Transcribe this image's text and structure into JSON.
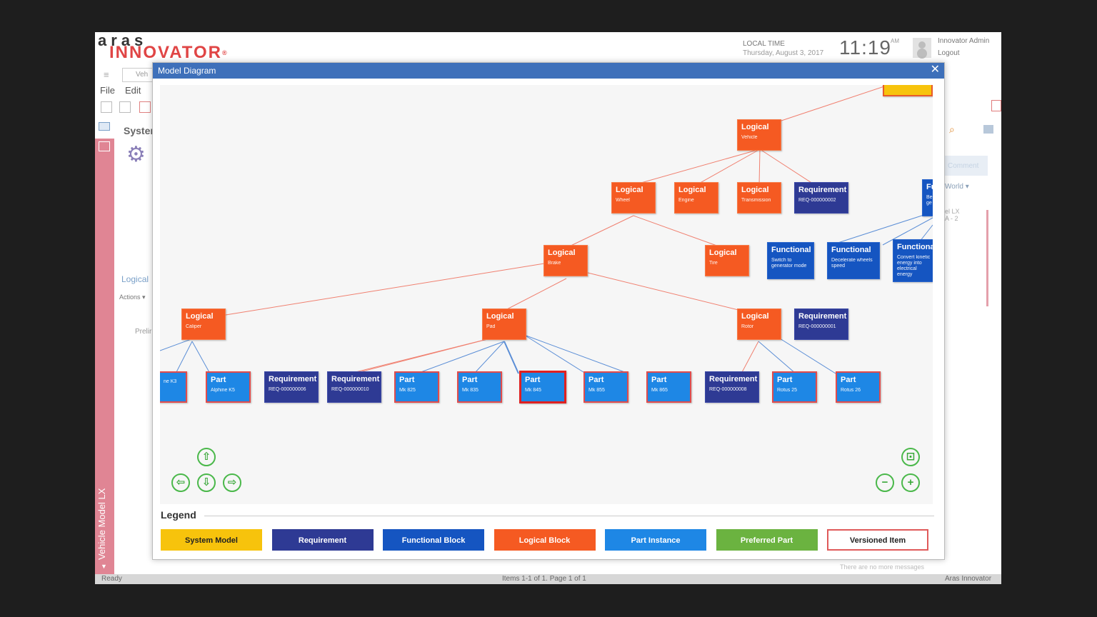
{
  "header": {
    "logo_top": "aras",
    "logo_main": "INNOVATOR",
    "logo_reg": "®",
    "local_time_label": "LOCAL TIME",
    "date": "Thursday, August 3, 2017",
    "time": "11:19",
    "ampm": "AM",
    "user": "Innovator Admin",
    "logout": "Logout"
  },
  "background": {
    "tab_label": "Veh",
    "menu_file": "File",
    "menu_edit": "Edit",
    "section_label": "Syster",
    "logical_link": "Logical",
    "actions": "Actions ▾",
    "prelim": "Prelir",
    "vertical_label": "Vehicle Model LX",
    "comment": "Comment",
    "world": "World ▾",
    "lx": "el LX",
    "lx2": "A - 2",
    "no_more": "There are no more messages"
  },
  "statusbar": {
    "left": "Ready",
    "center": "Items 1-1 of 1. Page 1 of 1",
    "right": "Aras Innovator"
  },
  "modal": {
    "title": "Model Diagram",
    "close_icon": "close-icon"
  },
  "nodes": {
    "vehicle": {
      "type": "Logical",
      "name": "Vehicle"
    },
    "wheel": {
      "type": "Logical",
      "name": "Wheel"
    },
    "engine": {
      "type": "Logical",
      "name": "Engine"
    },
    "transmission": {
      "type": "Logical",
      "name": "Transmission"
    },
    "req2": {
      "type": "Requirement",
      "name": "REQ-000000002"
    },
    "fcut": {
      "type": "Fu",
      "name": "Be ge"
    },
    "brake": {
      "type": "Logical",
      "name": "Brake"
    },
    "tire": {
      "type": "Logical",
      "name": "Tire"
    },
    "func1": {
      "type": "Functional",
      "name": "Switch to generator mode"
    },
    "func2": {
      "type": "Functional",
      "name": "Decelerate wheels speed"
    },
    "func3": {
      "type": "Functional",
      "name": "Convert kinetic energy into electrical energy"
    },
    "caliper": {
      "type": "Logical",
      "name": "Caliper"
    },
    "pad": {
      "type": "Logical",
      "name": "Pad"
    },
    "rotor": {
      "type": "Logical",
      "name": "Rotor"
    },
    "req1": {
      "type": "Requirement",
      "name": "REQ-000000001"
    },
    "partk3": {
      "type": "",
      "name": "ne K3"
    },
    "partk5": {
      "type": "Part",
      "name": "Alphine K5"
    },
    "req6": {
      "type": "Requirement",
      "name": "REQ-000000006"
    },
    "req10": {
      "type": "Requirement",
      "name": "REQ-000000010"
    },
    "mk825": {
      "type": "Part",
      "name": "Mk 825"
    },
    "mk835": {
      "type": "Part",
      "name": "Mk 835"
    },
    "mk845": {
      "type": "Part",
      "name": "Mk 845"
    },
    "mk855": {
      "type": "Part",
      "name": "Mk 855"
    },
    "mk865": {
      "type": "Part",
      "name": "Mk 865"
    },
    "req8": {
      "type": "Requirement",
      "name": "REQ-000000008"
    },
    "rotus25": {
      "type": "Part",
      "name": "Rotus 25"
    },
    "rotus26": {
      "type": "Part",
      "name": "Rotus 26"
    }
  },
  "navigation": {
    "up": "⇧",
    "left": "⇦",
    "down": "⇩",
    "right": "⇨",
    "fit": "⊡",
    "zoom_out": "−",
    "zoom_in": "+"
  },
  "legend": {
    "title": "Legend",
    "items": [
      {
        "label": "System Model",
        "bg": "#f7c30c",
        "fg": "#222222",
        "border": "#f7c30c"
      },
      {
        "label": "Requirement",
        "bg": "#2e3a94",
        "fg": "#ffffff",
        "border": "#2e3a94"
      },
      {
        "label": "Functional Block",
        "bg": "#1555c1",
        "fg": "#ffffff",
        "border": "#1555c1"
      },
      {
        "label": "Logical Block",
        "bg": "#f55a22",
        "fg": "#ffffff",
        "border": "#f55a22"
      },
      {
        "label": "Part Instance",
        "bg": "#1e87e5",
        "fg": "#ffffff",
        "border": "#1e87e5"
      },
      {
        "label": "Preferred Part",
        "bg": "#6bb340",
        "fg": "#ffffff",
        "border": "#6bb340"
      },
      {
        "label": "Versioned Item",
        "bg": "#ffffff",
        "fg": "#222222",
        "border": "#e05a5a"
      }
    ]
  },
  "colors": {
    "accent": "#3e70ba",
    "logical": "#f55a22",
    "requirement": "#2e3a94",
    "functional": "#1555c1",
    "part": "#1e87e5",
    "edge_logical": "#f08070",
    "edge_part": "#5b8ed6"
  }
}
